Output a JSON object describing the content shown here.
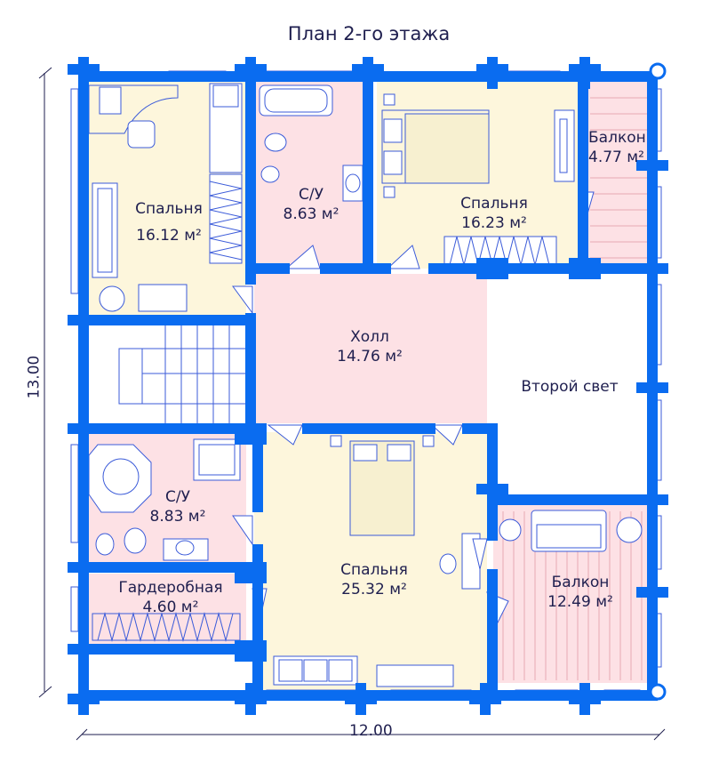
{
  "title": "План 2-го этажа",
  "colors": {
    "wall": "#0a6cf0",
    "bedroom": "#fdf6dc",
    "bathroom": "#fde1e5",
    "hall": "#fde1e5",
    "balcony": "#fde1e5",
    "furniture_line": "#3b5bd9"
  },
  "rooms": {
    "bedroom_nw": {
      "name": "Спальня",
      "area": "16.12 м²"
    },
    "bath_n": {
      "name": "С/У",
      "area": "8.63 м²"
    },
    "bedroom_ne": {
      "name": "Спальня",
      "area": "16.23 м²"
    },
    "balcony_ne": {
      "name": "Балкон",
      "area": "4.77 м²"
    },
    "hall": {
      "name": "Холл",
      "area": "14.76 м²"
    },
    "second_light": {
      "name": "Второй свет"
    },
    "bath_sw": {
      "name": "С/У",
      "area": "8.83 м²"
    },
    "wardrobe": {
      "name": "Гардеробная",
      "area": "4.60 м²"
    },
    "bedroom_s": {
      "name": "Спальня",
      "area": "25.32 м²"
    },
    "balcony_se": {
      "name": "Балкон",
      "area": "12.49 м²"
    }
  },
  "dimensions": {
    "width": "12.00",
    "height": "13.00"
  }
}
